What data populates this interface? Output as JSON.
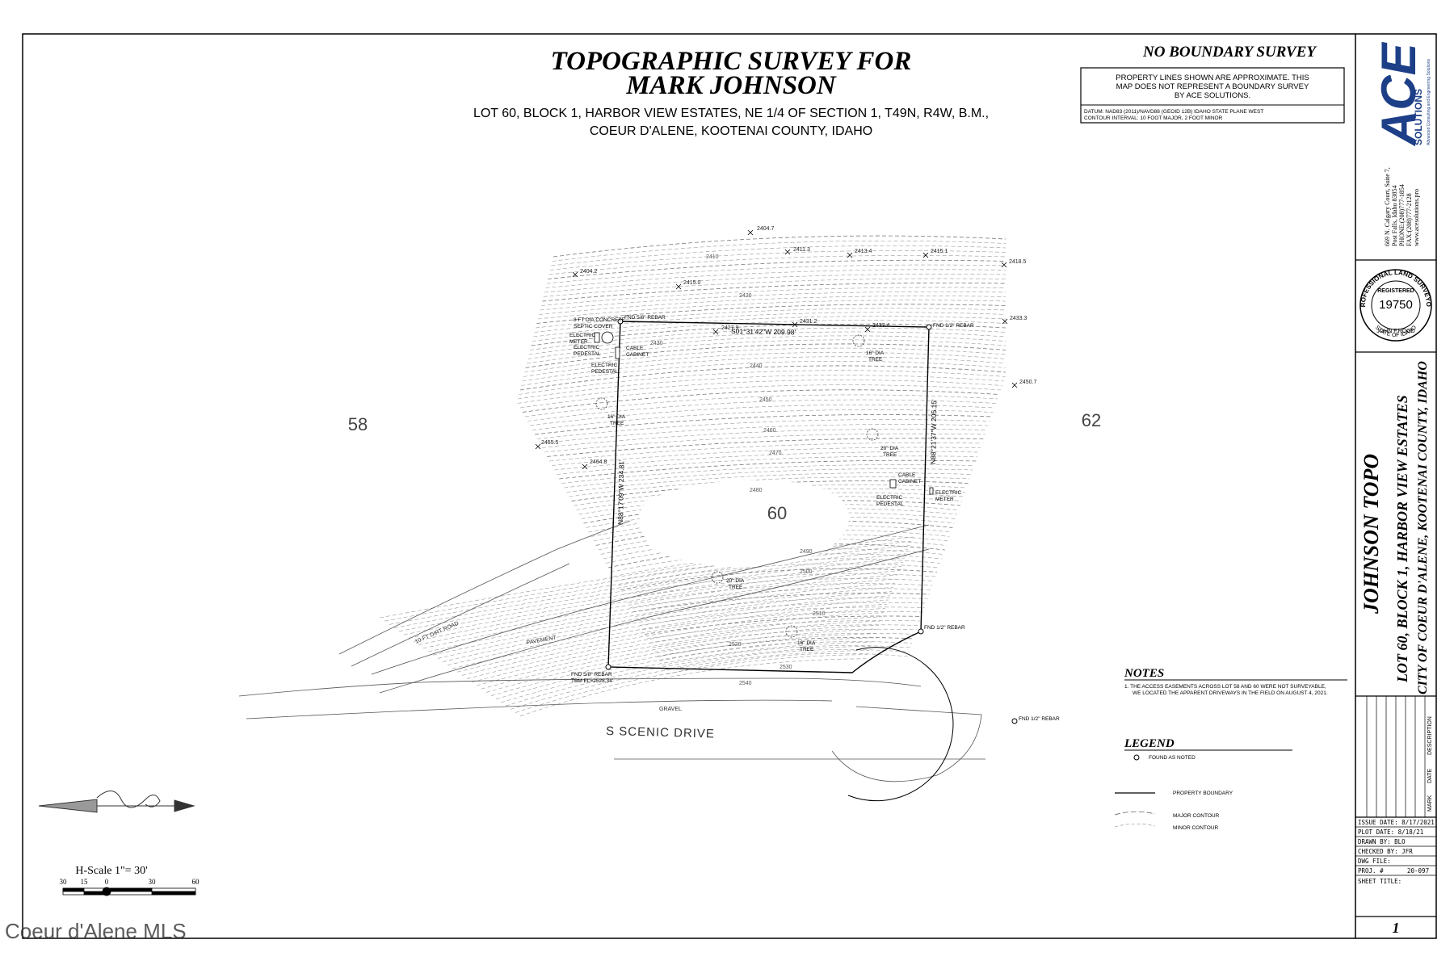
{
  "title": {
    "line1": "TOPOGRAPHIC SURVEY FOR",
    "line2": "MARK JOHNSON",
    "sub1": "LOT 60, BLOCK 1, HARBOR VIEW ESTATES, NE 1/4 OF SECTION 1, T49N, R4W, B.M.,",
    "sub2": "COEUR D'ALENE, KOOTENAI COUNTY, IDAHO"
  },
  "no_boundary": {
    "heading": "NO BOUNDARY SURVEY",
    "text1": "PROPERTY LINES SHOWN ARE APPROXIMATE. THIS",
    "text2": "MAP DOES NOT REPRESENT A BOUNDARY SURVEY",
    "text3": "BY ACE SOLUTIONS.",
    "datum1": "DATUM: NAD83 (2011)/NAVD88 (GEOID 12B) IDAHO STATE PLANE WEST",
    "datum2": "CONTOUR INTERVAL: 10 FOOT MAJOR, 2 FOOT MINOR"
  },
  "company": {
    "logo": "ACE",
    "logo_sub": "SOLUTIONS",
    "tagline": "Advanced Consulting and Engineering Solutions",
    "addr1": "669 N. Calgary Court, Suite 7,",
    "addr2": "Post Falls, Idaho 83854",
    "phone": "PHONE:(208)777-1854",
    "fax": "FAX:(208)777-2128",
    "web": "www.acesolutions.pro"
  },
  "seal": {
    "top": "PROFESSIONAL LAND SURVEYOR",
    "registered": "REGISTERED",
    "number": "19750",
    "state": "STATE OF IDAHO",
    "name": "JOHN F.ROOD"
  },
  "project": {
    "name": "JOHNSON TOPO",
    "lot": "LOT 60, BLOCK 1, HARBOR VIEW ESTATES",
    "city": "CITY OF COEUR D'ALENE, KOOTENAI COUNTY, IDAHO"
  },
  "revisions": {
    "mark": "MARK",
    "date": "DATE",
    "description": "DESCRIPTION"
  },
  "info": {
    "issue": "ISSUE DATE: 8/17/2021",
    "plot": "PLOT DATE:   8/18/21",
    "drawn": "DRAWN BY:   BLO",
    "checked": "CHECKED BY: JFR",
    "dwg": "DWG FILE:",
    "proj_label": "PROJ. #",
    "proj_num": "20-097",
    "sheet_title": "SHEET TITLE:",
    "sheet_num": "1"
  },
  "notes": {
    "heading": "NOTES",
    "line1": "1.  THE ACCESS EASEMENTS ACROSS LOT 58 AND 60 WERE NOT SURVEYABLE,",
    "line2": "WE LOCATED THE APPARENT DRIVEWAYS IN THE FIELD ON AUGUST 4, 2021."
  },
  "legend": {
    "heading": "LEGEND",
    "found": "FOUND AS NOTED",
    "boundary": "PROPERTY BOUNDARY",
    "major": "MAJOR CONTOUR",
    "minor": "MINOR CONTOUR"
  },
  "scale": {
    "label": "H-Scale 1\"= 30'",
    "t30": "30",
    "t15": "15",
    "t0": "0",
    "t30b": "30",
    "t60": "60"
  },
  "watermark": "Coeur d'Alene MLS",
  "map": {
    "lot58": "58",
    "lot60": "60",
    "lot62": "62",
    "road": "S SCENIC DRIVE",
    "gravel": "GRAVEL",
    "pavement": "PAVEMENT",
    "dirt_road": "10 FT DIRT ROAD",
    "bearing_top": "S01°31'42\"W 209.98'",
    "bearing_right": "N88°21'37\"W 205.15'",
    "bearing_left": "N88°17'09\"W 234.81'",
    "fnd_nw": "FND 5/8\" REBAR",
    "fnd_ne": "FND 1/2\" REBAR",
    "fnd_se": "FND 1/2\" REBAR",
    "fnd_sw1": "FND 5/8\" REBAR",
    "fnd_sw2": "TBM EL=2528.34'",
    "fnd_cul": "FND 1/2\" REBAR",
    "septic1": "8 FT DIA CONCRETE",
    "septic2": "SEPTIC COVER",
    "emeter1": "ELECTRIC",
    "emeter2": "METER",
    "eped1": "ELECTRIC",
    "eped2": "PEDESTAL",
    "cable1": "CABLE",
    "cable2": "CABINET",
    "eped3": "ELECTRIC",
    "eped4": "PEDESTAL",
    "tree1a": "16\" DIA",
    "tree1b": "TREE",
    "tree2a": "16\" DIA",
    "tree2b": "TREE",
    "tree3a": "20\" DIA",
    "tree3b": "TREE",
    "tree4a": "20\" DIA",
    "tree4b": "TREE",
    "tree5a": "16\" DIA",
    "tree5b": "TREE",
    "cable3": "CABLE",
    "cable4": "CABINET",
    "eped5": "ELECTRIC",
    "eped6": "PEDESTAL",
    "emeter3": "ELECTRIC",
    "emeter4": "METER",
    "spots": {
      "s1": "2404.7",
      "s2": "2411.3",
      "s3": "2413.4",
      "s4": "2415.1",
      "s5": "2418.5",
      "s6": "2404.2",
      "s7": "2415.0",
      "s8": "2427.9",
      "s9": "2431.2",
      "s10": "2433.4",
      "s11": "2433.3",
      "s12": "2450.7",
      "s13": "2455.5",
      "s14": "2464.8"
    },
    "contours": {
      "c1": "2410",
      "c2": "2420",
      "c3": "2430",
      "c4": "2440",
      "c5": "2450",
      "c6": "2460",
      "c7": "2470",
      "c8": "2480",
      "c9": "2490",
      "c10": "2500",
      "c11": "2510",
      "c12": "2520",
      "c13": "2530",
      "c14": "2540"
    }
  }
}
